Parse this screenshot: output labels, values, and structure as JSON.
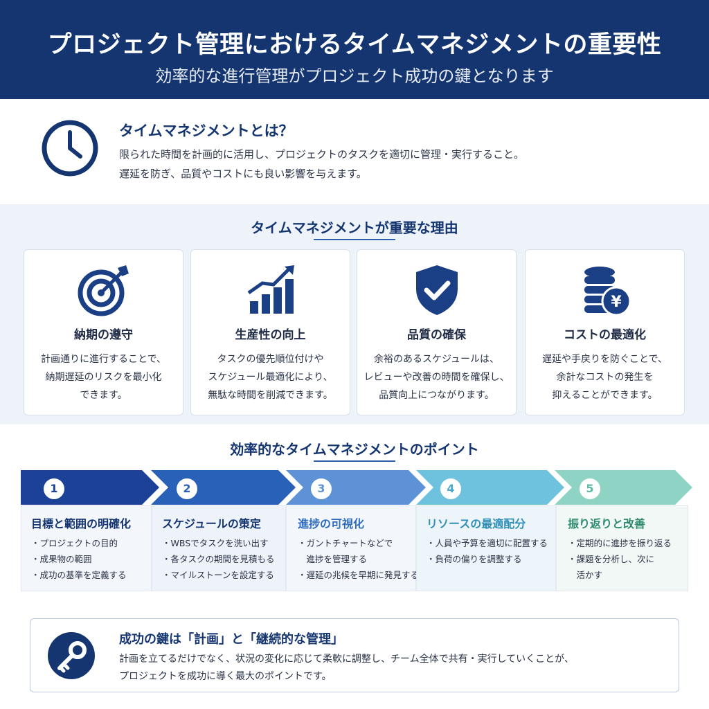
{
  "header": {
    "title": "プロジェクト管理におけるタイムマネジメントの重要性",
    "subtitle": "効率的な進行管理がプロジェクト成功の鍵となります"
  },
  "intro": {
    "icon": "clock-icon",
    "heading": "タイムマネジメントとは？",
    "line1": "限られた時間を計画的に活用し、プロジェクトのタスクを適切に管理・実行すること。",
    "line2": "遅延を防ぎ、品質やコストにも良い影響を与えます。"
  },
  "reasons": {
    "title": "タイムマネジメントが重要な理由",
    "cards": [
      {
        "icon": "target-icon",
        "title": "納期の遵守",
        "lines": [
          "計画通りに進行することで、",
          "納期遅延のリスクを最小化",
          "できます。"
        ]
      },
      {
        "icon": "bar-chart-icon",
        "title": "生産性の向上",
        "lines": [
          "タスクの優先順位付けや",
          "スケジュール最適化により、",
          "無駄な時間を削減できます。"
        ]
      },
      {
        "icon": "shield-check-icon",
        "title": "品質の確保",
        "lines": [
          "余裕のあるスケジュールは、",
          "レビューや改善の時間を確保し、",
          "品質向上につながります。"
        ]
      },
      {
        "icon": "coins-yen-icon",
        "title": "コストの最適化",
        "lines": [
          "遅延や手戻りを防ぐことで、",
          "余計なコストの発生を",
          "抑えることができます。"
        ]
      }
    ]
  },
  "points": {
    "title": "効率的なタイムマネジメントのポイント",
    "steps": [
      {
        "num": "1",
        "title": "目標と範囲の明確化",
        "items": [
          "・プロジェクトの目的",
          "・成果物の範囲",
          "・成功の基準を定義する"
        ],
        "color": "#1b4296",
        "title_color": "#14356f"
      },
      {
        "num": "2",
        "title": "スケジュールの策定",
        "items": [
          "・WBSでタスクを洗い出す",
          "・各タスクの期間を見積もる",
          "・マイルストーンを設定する"
        ],
        "color": "#2a61b8",
        "title_color": "#14356f"
      },
      {
        "num": "3",
        "title": "進捗の可視化",
        "items": [
          "・ガントチャートなどで",
          "　進捗を管理する",
          "・遅延の兆候を早期に発見する"
        ],
        "color": "#5d93d6",
        "title_color": "#2f6cc0"
      },
      {
        "num": "4",
        "title": "リソースの最適配分",
        "items": [
          "・人員や予算を適切に配置する",
          "・負荷の偏りを調整する"
        ],
        "color": "#6fc2dd",
        "title_color": "#2f8fb5"
      },
      {
        "num": "5",
        "title": "振り返りと改善",
        "items": [
          "・定期的に進捗を振り返る",
          "・課題を分析し、次に",
          "　活かす"
        ],
        "color": "#8fd3c4",
        "title_color": "#2e8b70"
      }
    ]
  },
  "key": {
    "icon": "key-icon",
    "title": "成功の鍵は「計画」と「継続的な管理」",
    "line1": "計画を立てるだけでなく、状況の変化に応じて柔軟に調整し、チーム全体で共有・実行していくことが、",
    "line2": "プロジェクトを成功に導く最大のポイントです。"
  }
}
